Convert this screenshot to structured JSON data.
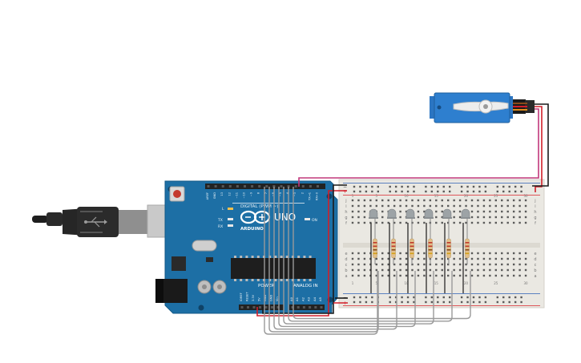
{
  "board": {
    "brand": "UNO",
    "maker": "ARDUINO",
    "digital_label": "DIGITAL (PWM ~)",
    "analog_label": "ANALOG IN",
    "power_label": "POWER",
    "on_label": "ON",
    "l_label": "L",
    "tx_label": "TX",
    "rx_label": "RX",
    "digital_pins": [
      "AREF",
      "GND",
      "13",
      "12",
      "~11",
      "~10",
      "~9",
      "8",
      "7",
      "~6",
      "~5",
      "4",
      "~3",
      "2",
      "TX→1",
      "RX←0"
    ],
    "power_pins": [
      "IOREF",
      "RESET",
      "3.3V",
      "5V",
      "GND",
      "GND",
      "Vin"
    ],
    "analog_pins": [
      "A0",
      "A1",
      "A2",
      "A3",
      "A4",
      "A5"
    ]
  },
  "breadboard": {
    "col_numbers": [
      "1",
      "5",
      "10",
      "15",
      "20",
      "25",
      "30"
    ],
    "row_letters_top": [
      "j",
      "i",
      "h",
      "g",
      "f"
    ],
    "row_letters_bottom": [
      "e",
      "d",
      "c",
      "b",
      "a"
    ],
    "rail_minus": "−",
    "rail_plus": "+"
  },
  "components": {
    "led_count": 6,
    "resistor_count": 6,
    "servo": "servo-motor"
  },
  "colors": {
    "board": "#1d6fa5",
    "board_dark": "#155a87",
    "breadboard": "#eae8e2",
    "rail_red": "#d9262c",
    "rail_blue": "#2b5fb5",
    "wire_gray": "#9a9a9a",
    "wire_red": "#d11f2a",
    "wire_black": "#1a1a1a",
    "wire_pink": "#c2387c",
    "servo_blue": "#2e7fcf",
    "led_gray": "#9da3a6"
  }
}
